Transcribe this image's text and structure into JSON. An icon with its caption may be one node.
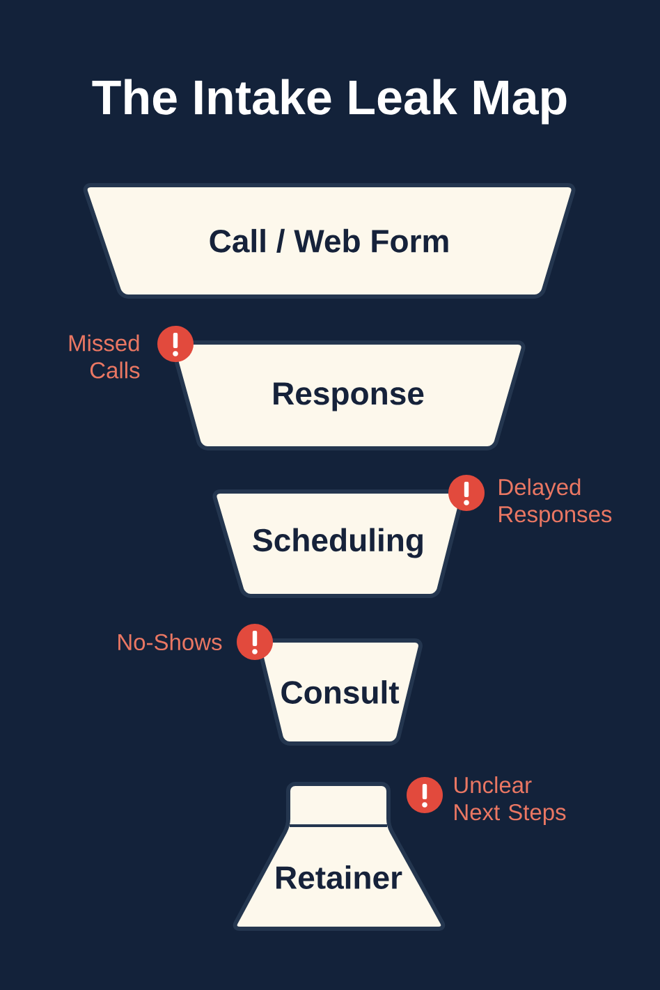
{
  "diagram": {
    "title": "The Intake Leak Map",
    "nodes": [
      {
        "text": [
          "Call / Web Form"
        ]
      },
      {
        "text": [
          "Response"
        ],
        "beside": [
          "Missed Calls"
        ]
      },
      {
        "text": [
          "Scheduling"
        ],
        "beside": [
          "Delayed Responses"
        ]
      },
      {
        "text": [
          "Consult"
        ],
        "beside": [
          "No-Shows"
        ]
      },
      {
        "text": [
          "Retainer"
        ],
        "beside": [
          "Unclear Next Steps"
        ]
      }
    ]
  }
}
